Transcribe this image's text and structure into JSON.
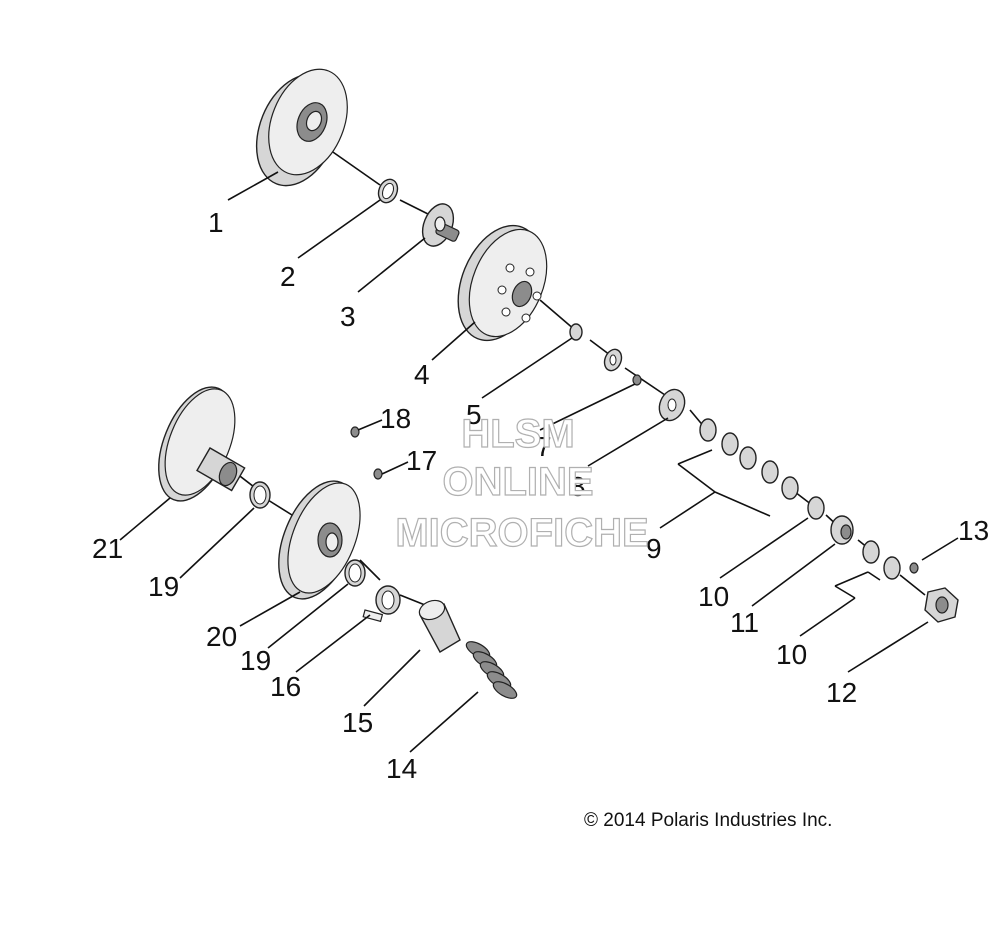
{
  "callouts": [
    "1",
    "2",
    "3",
    "4",
    "5",
    "7",
    "8",
    "9",
    "10",
    "11",
    "10",
    "12",
    "13",
    "18",
    "17",
    "21",
    "19",
    "20",
    "19",
    "16",
    "15",
    "14"
  ],
  "watermark": {
    "line1": "HLSM",
    "line2": "ONLINE",
    "line3": "MICROFICHE"
  },
  "copyright": "© 2014 Polaris Industries Inc."
}
